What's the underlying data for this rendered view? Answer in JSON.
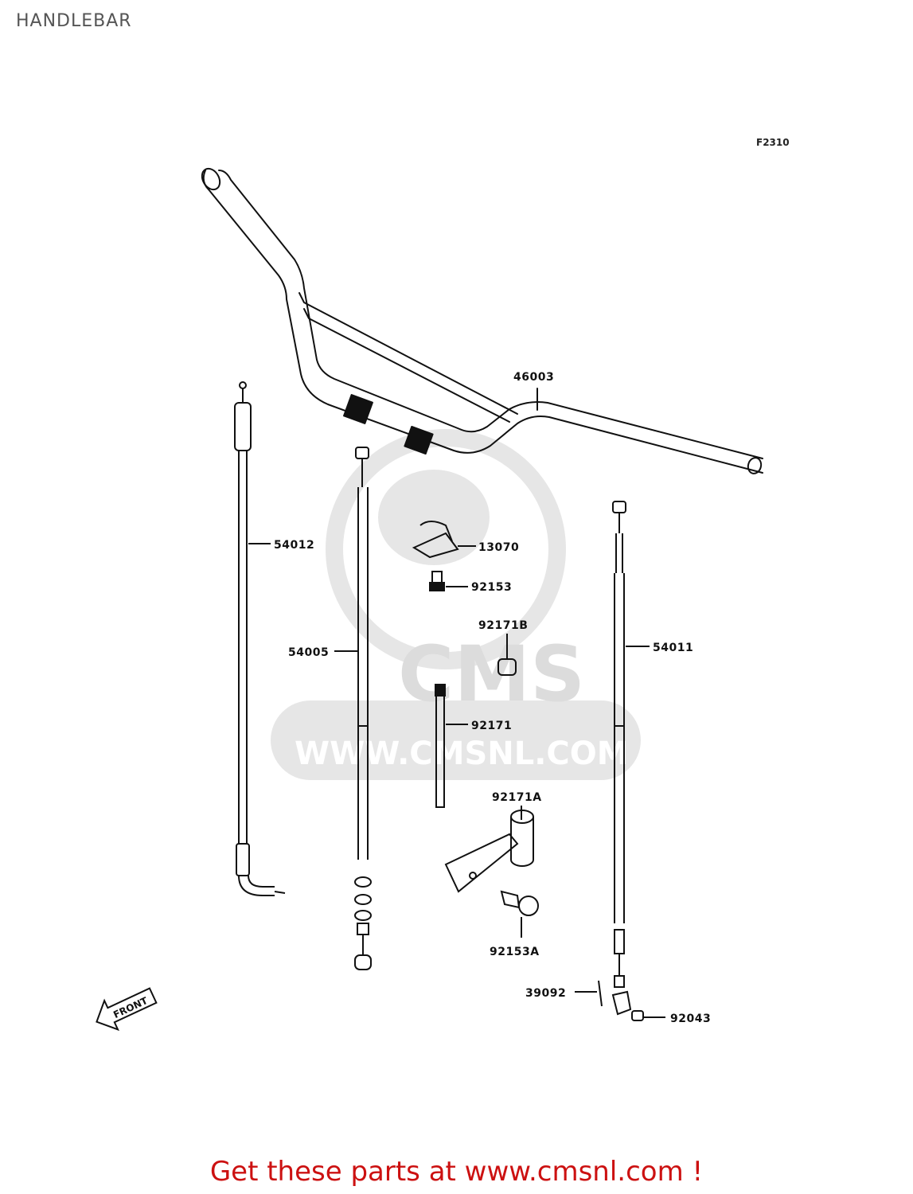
{
  "header": {
    "title": "HANDLEBAR",
    "diagram_code": "F2310"
  },
  "watermark": {
    "brand": "CMS",
    "url": "WWW.CMSNL.COM"
  },
  "front_marker": {
    "label": "FRONT"
  },
  "parts": [
    {
      "number": "46003"
    },
    {
      "number": "54012"
    },
    {
      "number": "54005"
    },
    {
      "number": "13070"
    },
    {
      "number": "92153"
    },
    {
      "number": "92171B"
    },
    {
      "number": "54011"
    },
    {
      "number": "92171"
    },
    {
      "number": "92171A"
    },
    {
      "number": "92153A"
    },
    {
      "number": "39092"
    },
    {
      "number": "92043"
    }
  ],
  "footer": {
    "link_text": "Get these parts at www.cmsnl.com !"
  },
  "colors": {
    "footer": "#cc1111",
    "line": "#111111",
    "watermark": "#e6e6e6"
  }
}
